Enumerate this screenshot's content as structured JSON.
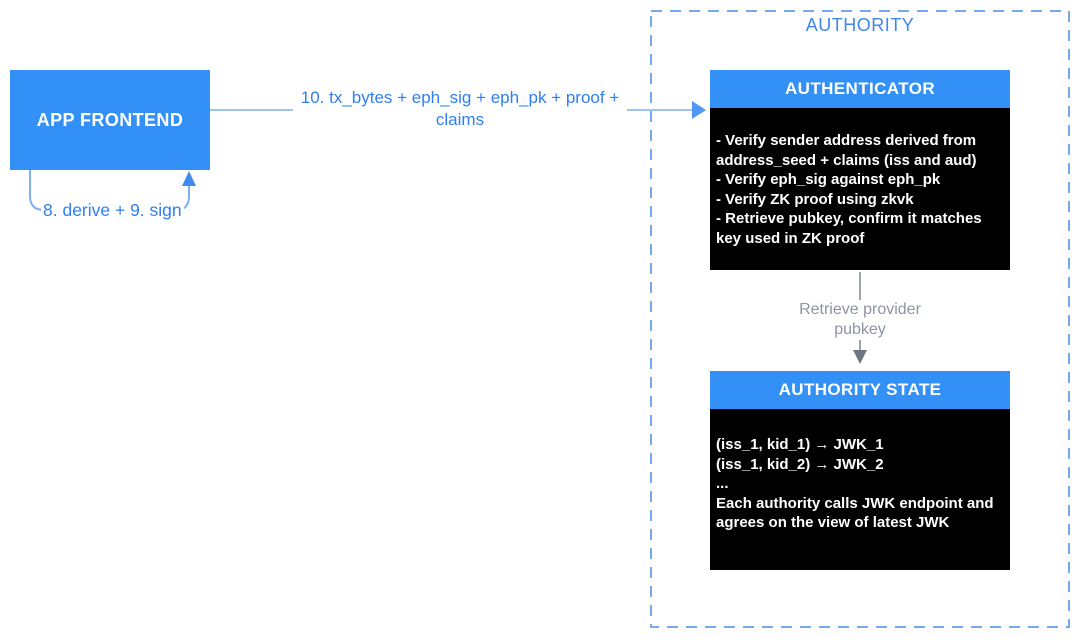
{
  "colors": {
    "accent_blue": "#3290F7",
    "label_blue": "#2E7FF2",
    "authority_label_blue": "#4087E8",
    "dashed_border_blue": "#74A9ED",
    "arrow_line_blue": "#9CC4F6",
    "arrowhead_blue": "#4E97F4",
    "curve_line_blue": "#7FB0F2",
    "curve_arrowhead_blue": "#3E8BF2",
    "gray_line": "#9EA5AE",
    "gray_arrowhead": "#6F7681",
    "gray_text": "#8D95A2",
    "box_black": "#000000",
    "box_text_white": "#FFFFFF"
  },
  "app_frontend": {
    "label": "APP FRONTEND"
  },
  "tx_arrow": {
    "label_lines": [
      "10. tx_bytes + eph_sig + eph_pk + proof +",
      "claims"
    ]
  },
  "derive_sign_arrow": {
    "label": "8. derive + 9. sign"
  },
  "authority": {
    "label": "AUTHORITY",
    "authenticator": {
      "title": "AUTHENTICATOR",
      "lines": [
        "- Verify sender address derived from",
        "address_seed + claims (iss and aud)",
        "- Verify eph_sig against eph_pk",
        "- Verify ZK proof using zkvk",
        "- Retrieve pubkey, confirm it matches",
        "key used in ZK proof"
      ]
    },
    "retrieve_arrow": {
      "label_lines": [
        "Retrieve provider",
        "pubkey"
      ]
    },
    "authority_state": {
      "title": "AUTHORITY STATE",
      "lines": [
        "(iss_1, kid_1) → JWK_1",
        "(iss_1, kid_2) → JWK_2",
        "...",
        "Each authority calls JWK endpoint and",
        "agrees on the view of latest JWK"
      ]
    }
  }
}
